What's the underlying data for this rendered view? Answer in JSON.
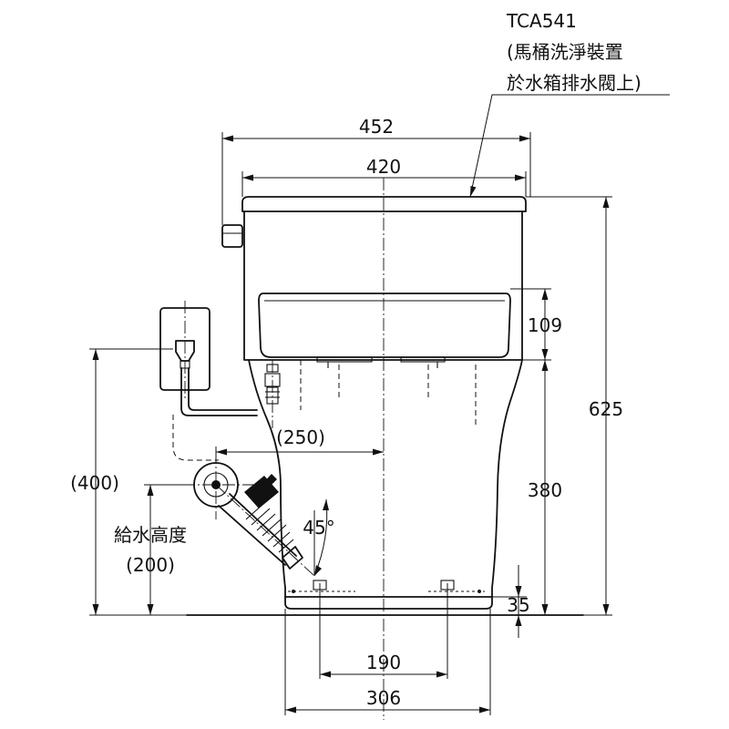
{
  "model_label": {
    "code": "TCA541",
    "note_line1": "(馬桶洗淨裝置",
    "note_line2": "於水箱排水閥上)"
  },
  "dimensions": {
    "overall_width": "452",
    "tank_width": "420",
    "seat_height": "109",
    "total_height": "625",
    "rim_to_floor": "380",
    "supply_offset": "(250)",
    "supply_height_max": "(400)",
    "supply_height_label": "給水高度",
    "supply_height_default": "(200)",
    "angle": "45°",
    "floor_clearance": "35",
    "bolt_spacing": "190",
    "base_width": "306"
  }
}
